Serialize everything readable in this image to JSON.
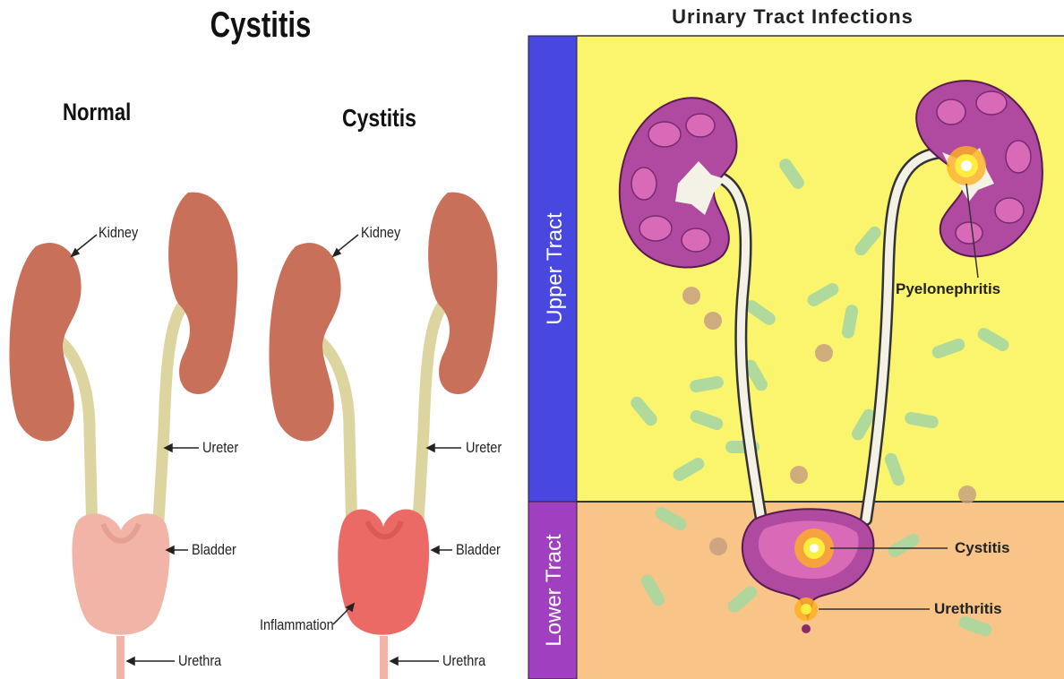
{
  "left": {
    "title": "Cystitis",
    "normal_heading": "Normal",
    "cystitis_heading": "Cystitis",
    "normal_labels": {
      "kidney": "Kidney",
      "ureter": "Ureter",
      "bladder": "Bladder",
      "urethra": "Urethra"
    },
    "cystitis_labels": {
      "kidney": "Kidney",
      "ureter": "Ureter",
      "bladder": "Bladder",
      "inflammation": "Inflammation",
      "urethra": "Urethra"
    }
  },
  "right": {
    "title": "Urinary Tract Infections",
    "upper_tract": "Upper Tract",
    "lower_tract": "Lower Tract",
    "labels": {
      "pyelonephritis": "Pyelonephritis",
      "cystitis": "Cystitis",
      "urethritis": "Urethritis"
    }
  },
  "colors": {
    "kidney": "#c8705a",
    "ureter": "#ddd5a0",
    "normal_bladder": "#f2b4a6",
    "inflamed_bladder": "#ec6a66",
    "upper_band": "#4848e0",
    "lower_band": "#a040c0",
    "upper_bg": "#fbf56e",
    "lower_bg": "#f8c488",
    "kidney_purple": "#b04aa0",
    "bacteria": "#a8d8a0"
  }
}
